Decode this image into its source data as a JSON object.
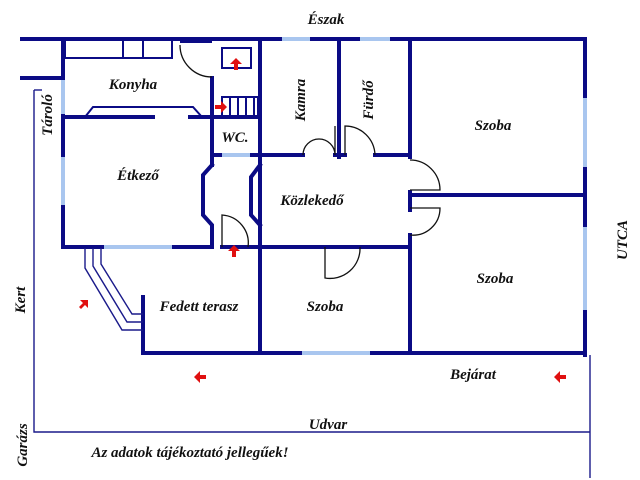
{
  "labels": {
    "north": "Észak",
    "kitchen": "Konyha",
    "storage": "Tároló",
    "wc": "WC.",
    "dining": "Étkező",
    "pantry": "Kamra",
    "bathroom": "Fürdő",
    "room_top_right": "Szoba",
    "hallway": "Közlekedő",
    "room_bottom_right": "Szoba",
    "street": "UTCA",
    "garden": "Kert",
    "covered_terrace": "Fedett terasz",
    "room_bottom_middle": "Szoba",
    "entrance": "Bejárat",
    "yard": "Udvar",
    "garage": "Garázs",
    "disclaimer": "Az adatok tájékoztató jellegűek!"
  },
  "colors": {
    "wall": "#0b0b85",
    "window": "#a9c6ef",
    "arrow": "#e01010"
  }
}
